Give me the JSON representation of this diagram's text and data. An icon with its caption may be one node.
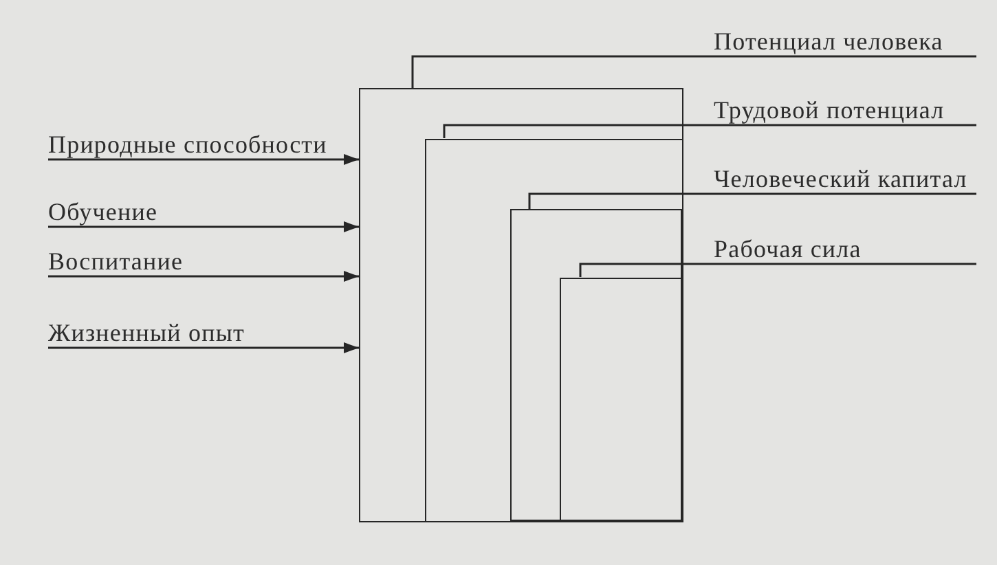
{
  "diagram": {
    "nodes": [
      {
        "text": [],
        "shape": "box"
      },
      {
        "text": [],
        "shape": "box",
        "in": 0
      },
      {
        "text": [],
        "shape": "box",
        "in": 1
      },
      {
        "text": [],
        "shape": "box",
        "in": 2
      },
      {
        "text": [
          "Потенциал человека"
        ]
      },
      {
        "text": [
          "Трудовой потенциал"
        ]
      },
      {
        "text": [
          "Человеческий капитал"
        ]
      },
      {
        "text": [
          "Рабочая сила"
        ]
      },
      {
        "text": [
          "Природные способности"
        ]
      },
      {
        "text": [
          "Обучение"
        ]
      },
      {
        "text": [
          "Воспитание"
        ]
      },
      {
        "text": [
          "Жизненный опыт"
        ]
      }
    ],
    "edges": [
      {
        "from": 4,
        "to": 0,
        "arrow": "none"
      },
      {
        "from": 5,
        "to": 1,
        "arrow": "none"
      },
      {
        "from": 6,
        "to": 2,
        "arrow": "none"
      },
      {
        "from": 7,
        "to": 3,
        "arrow": "none"
      },
      {
        "from": 8,
        "to": 0,
        "arrow": "to"
      },
      {
        "from": 9,
        "to": 0,
        "arrow": "to"
      },
      {
        "from": 10,
        "to": 0,
        "arrow": "to"
      },
      {
        "from": 11,
        "to": 0,
        "arrow": "to"
      }
    ]
  }
}
